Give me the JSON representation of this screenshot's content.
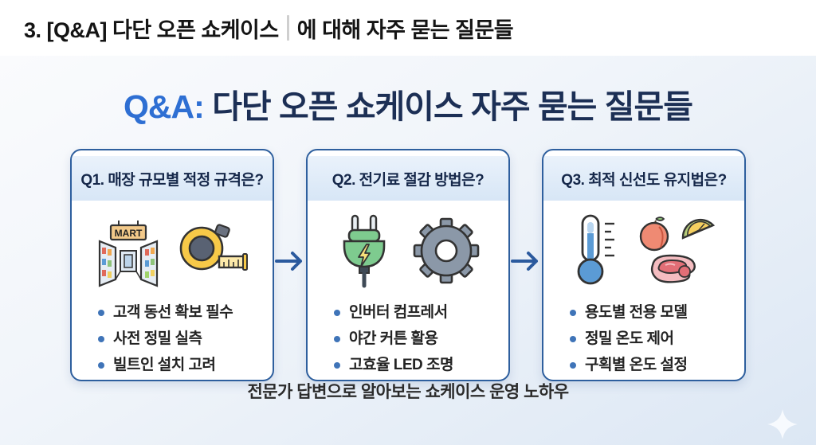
{
  "header": {
    "title_left": "3. [Q&A] 다단 오픈 쇼케이스",
    "title_right": "에 대해 자주 묻는 질문들"
  },
  "main": {
    "title_accent": "Q&A:",
    "title_rest": " 다단 오픈 쇼케이스 자주 묻는 질문들",
    "caption": "전문가 답변으로 알아보는 쇼케이스 운영 노하우"
  },
  "cards": [
    {
      "title": "Q1. 매장 규모별 적정 규격은?",
      "icons": [
        "mart-icon",
        "tape-measure-icon"
      ],
      "mart_sign": "MART",
      "bullets": [
        "고객 동선 확보 필수",
        "사전 정밀 실측",
        "빌트인 설치 고려"
      ]
    },
    {
      "title": "Q2. 전기료 절감 방법은?",
      "icons": [
        "plug-icon",
        "gear-icon"
      ],
      "bullets": [
        "인버터 컴프레서",
        "야간 커튼 활용",
        "고효율 LED 조명"
      ]
    },
    {
      "title": "Q3. 최적 신선도 유지법은?",
      "icons": [
        "thermometer-icon",
        "fresh-food-icon"
      ],
      "bullets": [
        "용도별 전용 모델",
        "정밀 온도 제어",
        "구획별 온도 설정"
      ]
    }
  ],
  "colors": {
    "accent_blue": "#2e6fd3",
    "title_navy": "#1c2f55",
    "card_border": "#2e5f9e",
    "card_header_bg": "#d7e6f6",
    "bullet_dot": "#3f74b8",
    "arrow": "#2b5a9e"
  }
}
